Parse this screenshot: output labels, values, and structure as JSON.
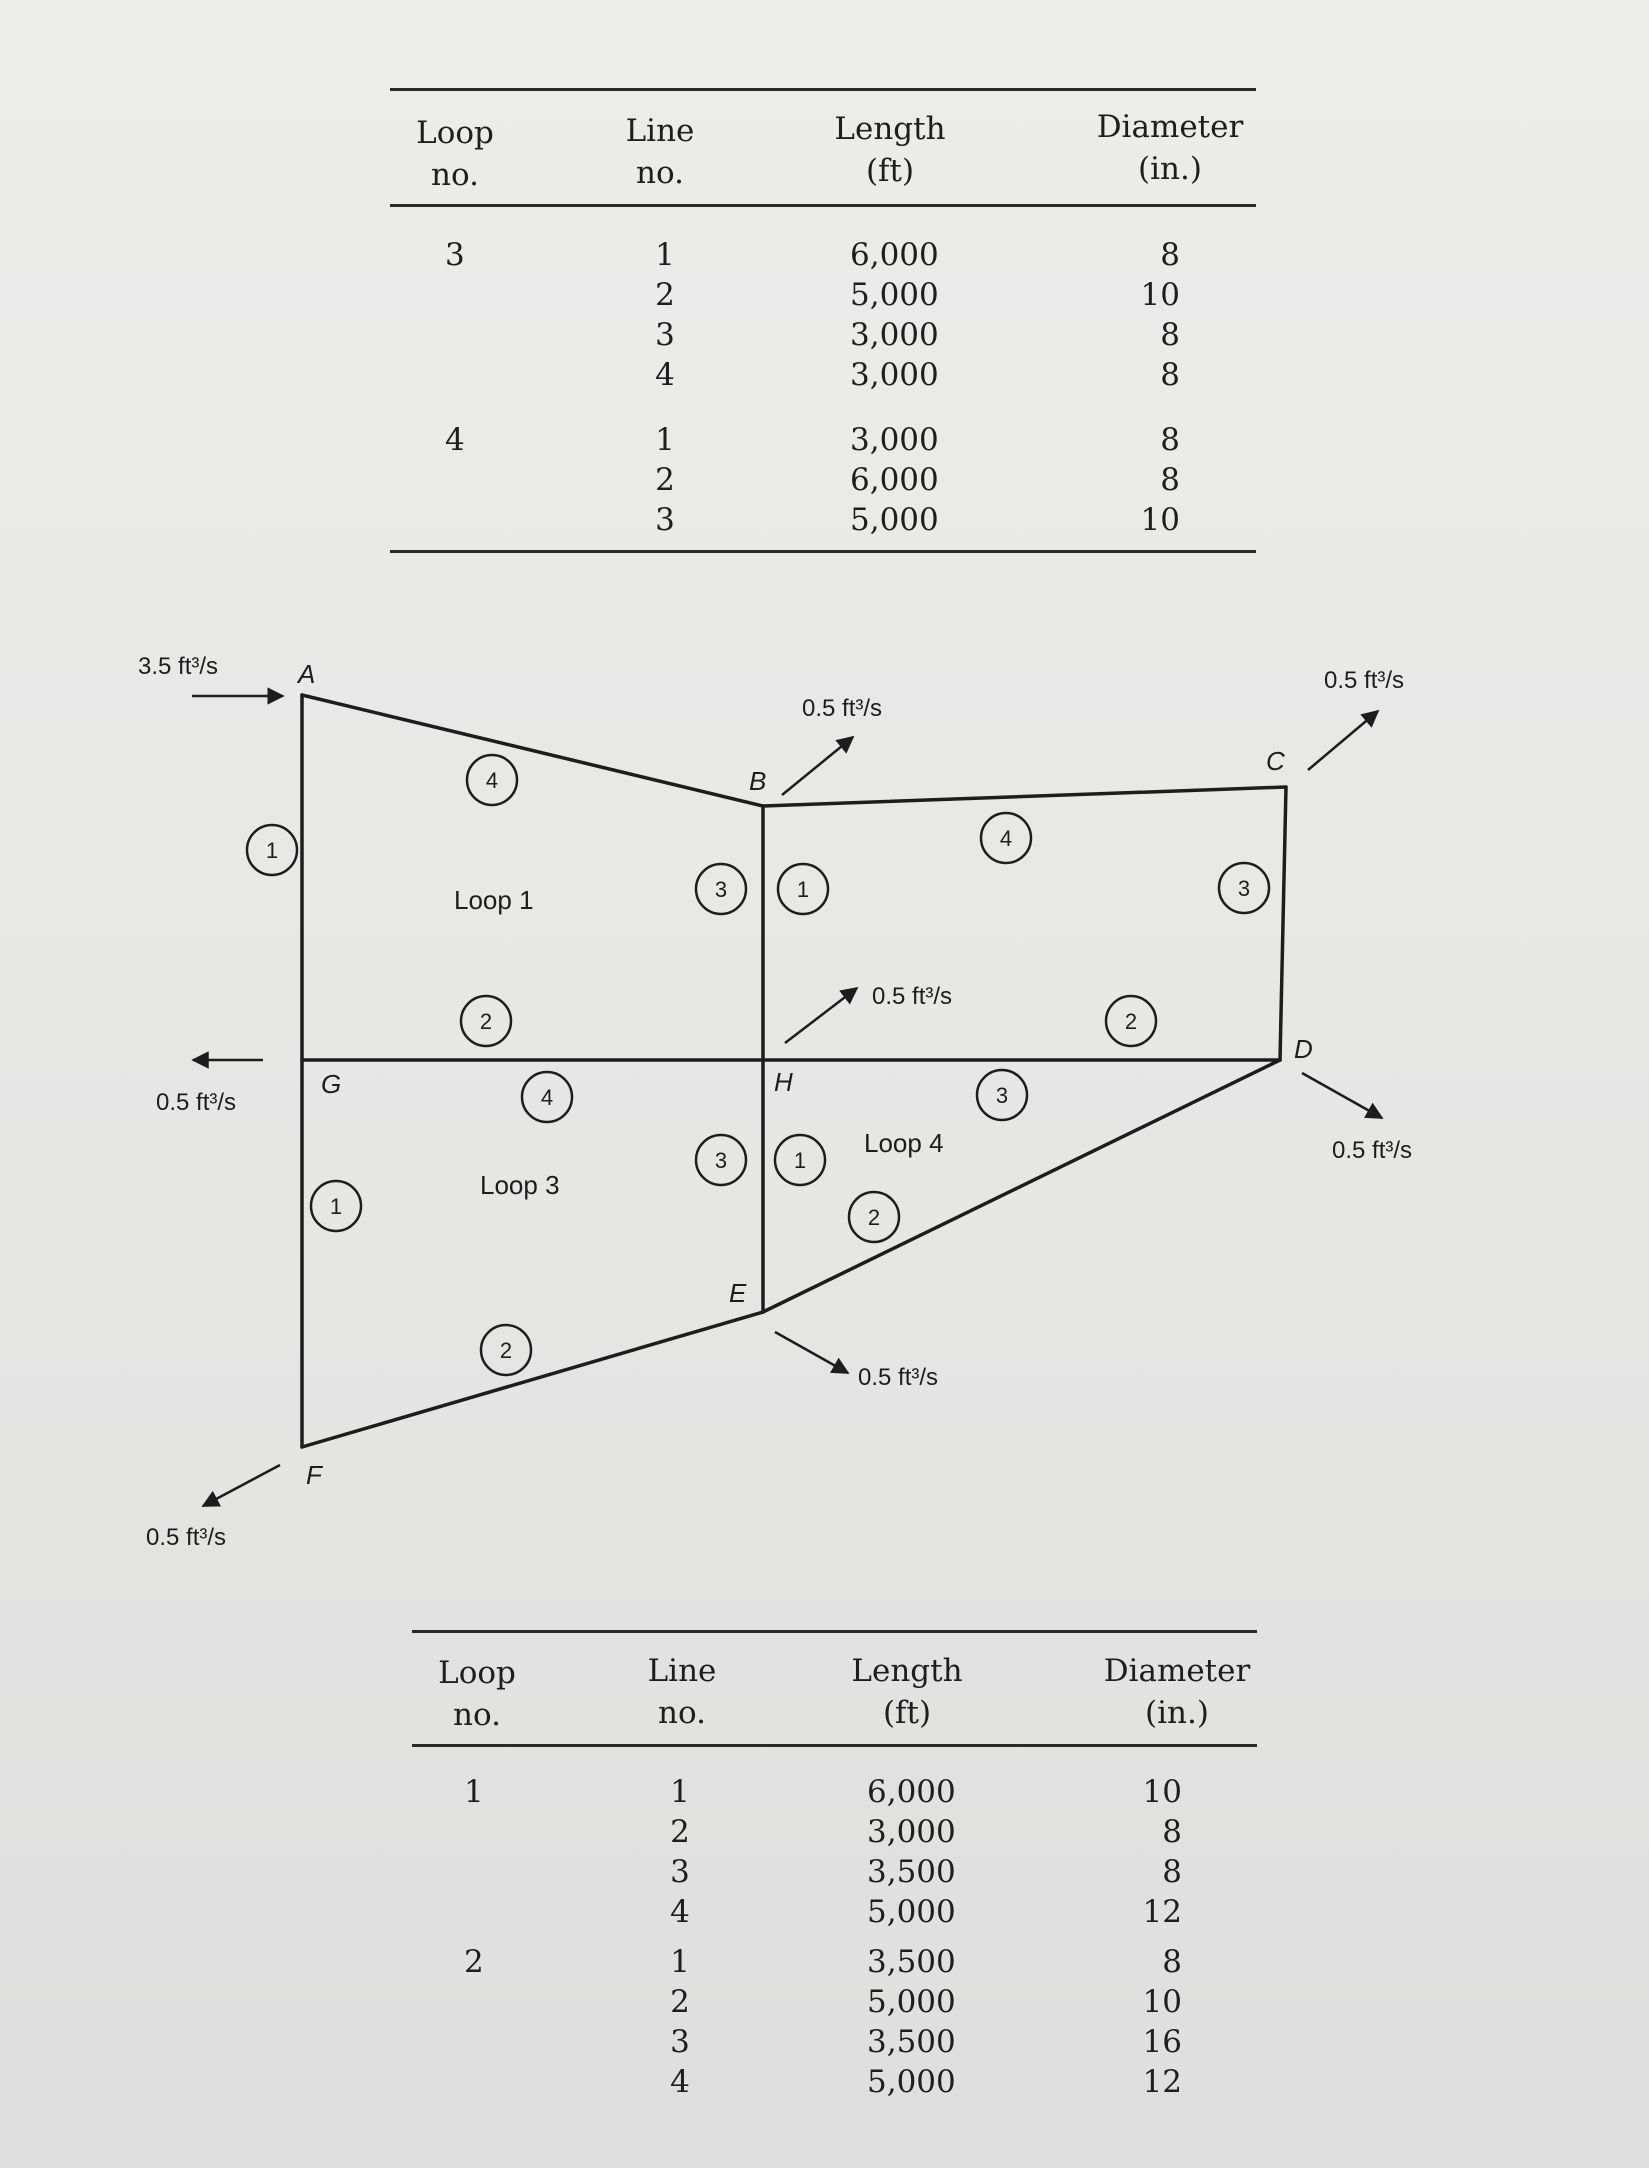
{
  "top_table": {
    "headers": {
      "loop": [
        "Loop",
        "no."
      ],
      "line": [
        "Line",
        "no."
      ],
      "length": [
        "Length",
        "(ft)"
      ],
      "diameter": [
        "Diameter",
        "(in.)"
      ]
    },
    "groups": [
      {
        "loop": "3",
        "lines": [
          "1",
          "2",
          "3",
          "4"
        ],
        "lengths": [
          "6,000",
          "5,000",
          "3,000",
          "3,000"
        ],
        "diameters": [
          "8",
          "10",
          "8",
          "8"
        ]
      },
      {
        "loop": "4",
        "lines": [
          "1",
          "2",
          "3"
        ],
        "lengths": [
          "3,000",
          "6,000",
          "5,000"
        ],
        "diameters": [
          "8",
          "8",
          "10"
        ]
      }
    ]
  },
  "diagram": {
    "nodes": {
      "A": "A",
      "B": "B",
      "C": "C",
      "D": "D",
      "E": "E",
      "F": "F",
      "G": "G",
      "H": "H"
    },
    "flows": {
      "inflow_A": "3.5 ft³/s",
      "outflow_B": "0.5 ft³/s",
      "outflow_C": "0.5 ft³/s",
      "outflow_D": "0.5 ft³/s",
      "outflow_G": "0.5 ft³/s",
      "outflow_H": "0.5 ft³/s",
      "outflow_E": "0.5 ft³/s",
      "outflow_F": "0.5 ft³/s"
    },
    "loops": {
      "loop1": "Loop 1",
      "loop3": "Loop 3",
      "loop4": "Loop 4"
    },
    "line_numbers": {
      "l1_left": "1",
      "l1_top": "4",
      "l1_right": "3",
      "l1_bottom": "2",
      "l2_left": "1",
      "l2_top": "4",
      "l2_right": "3",
      "l2_bottom": "2",
      "l3_left": "1",
      "l3_top": "4",
      "l3_right": "3",
      "l3_bottom": "2",
      "l4_left": "1",
      "l4_top": "3",
      "l4_bottom": "2"
    }
  },
  "bottom_table": {
    "headers": {
      "loop": [
        "Loop",
        "no."
      ],
      "line": [
        "Line",
        "no."
      ],
      "length": [
        "Length",
        "(ft)"
      ],
      "diameter": [
        "Diameter",
        "(in.)"
      ]
    },
    "groups": [
      {
        "loop": "1",
        "lines": [
          "1",
          "2",
          "3",
          "4"
        ],
        "lengths": [
          "6,000",
          "3,000",
          "3,500",
          "5,000"
        ],
        "diameters": [
          "10",
          "8",
          "8",
          "12"
        ]
      },
      {
        "loop": "2",
        "lines": [
          "1",
          "2",
          "3",
          "4"
        ],
        "lengths": [
          "3,500",
          "5,000",
          "3,500",
          "5,000"
        ],
        "diameters": [
          "8",
          "10",
          "16",
          "12"
        ]
      }
    ]
  },
  "colors": {
    "ink": "#1d1d1d",
    "paper": "#e7e7e6"
  }
}
